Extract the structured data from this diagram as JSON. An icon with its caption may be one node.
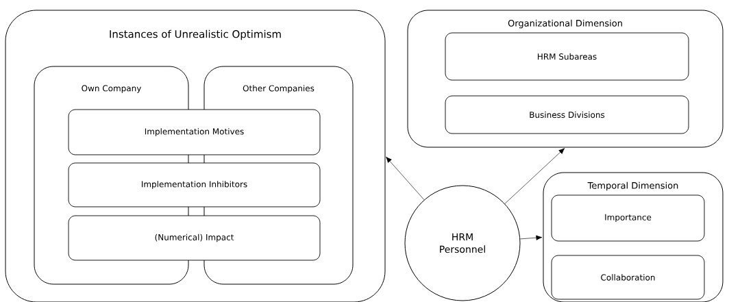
{
  "diagram": {
    "nodes": [
      {
        "text": [
          "Instances of Unrealistic Optimism"
        ]
      },
      {
        "text": [
          "Own Company"
        ],
        "in": 0
      },
      {
        "text": [
          "Other Companies"
        ],
        "in": 0
      },
      {
        "text": [
          "Implementation Motives"
        ],
        "in": 0
      },
      {
        "text": [
          "Implementation Inhibitors"
        ],
        "in": 0
      },
      {
        "text": [
          "(Numerical) Impact"
        ],
        "in": 0
      },
      {
        "text": [
          "Organizational Dimension"
        ]
      },
      {
        "text": [
          "HRM Subareas"
        ],
        "in": 6
      },
      {
        "text": [
          "Business Divisions"
        ],
        "in": 6
      },
      {
        "text": [
          "Temporal Dimension"
        ]
      },
      {
        "text": [
          "Importance"
        ],
        "in": 9
      },
      {
        "text": [
          "Collaboration"
        ],
        "in": 9
      },
      {
        "text": [
          "HRM Personnel"
        ]
      }
    ],
    "edges": [
      {
        "from": 12,
        "to": 0,
        "arrow": "to"
      },
      {
        "from": 12,
        "to": 6,
        "arrow": "to"
      },
      {
        "from": 12,
        "to": 9,
        "arrow": "to"
      }
    ]
  }
}
